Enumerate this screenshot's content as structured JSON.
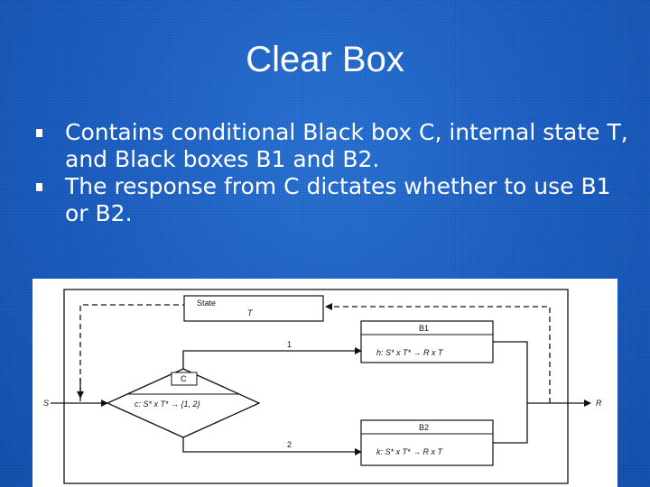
{
  "slide": {
    "title": "Clear Box",
    "bullets": [
      "Contains conditional Black box C, internal state T, and Black boxes B1 and B2.",
      "The response from C dictates whether to use B1 or B2."
    ]
  },
  "diagram": {
    "state_box": {
      "title": "State",
      "var": "T"
    },
    "b1_box": {
      "title": "B1",
      "func": "h: S* x T* → R x T"
    },
    "b2_box": {
      "title": "B2",
      "func": "k: S* x T* → R x T"
    },
    "c_box": {
      "title": "C",
      "func": "c: S* x T* → {1, 2}"
    },
    "input_label": "S",
    "output_label": "R",
    "path_labels": [
      "1",
      "2"
    ]
  }
}
